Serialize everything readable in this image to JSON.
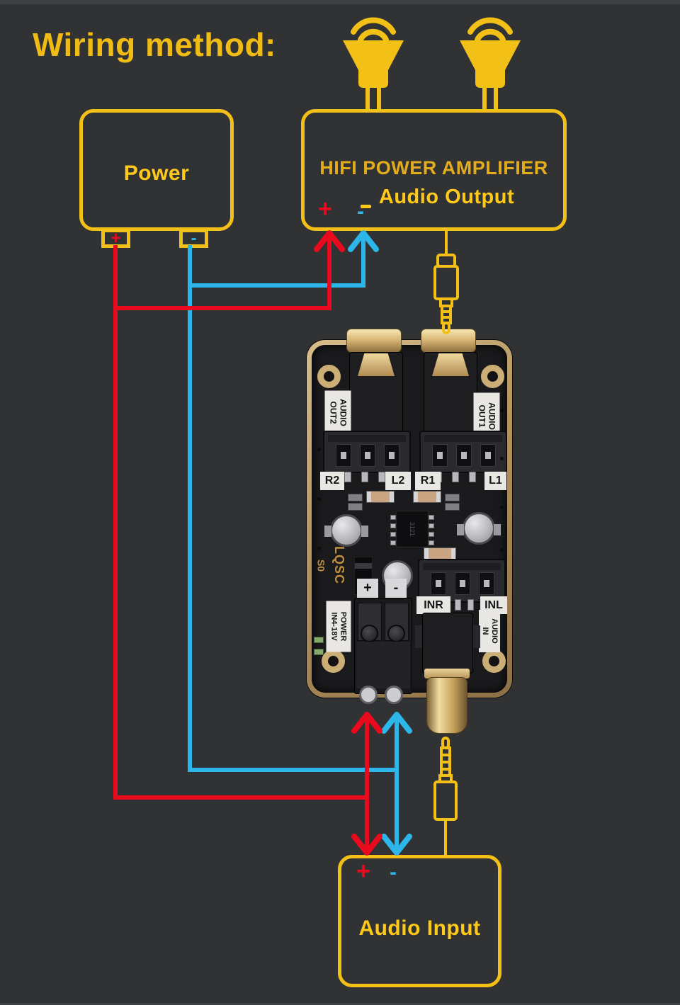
{
  "colors": {
    "bg": "#313233",
    "strip": "#3F4042",
    "yellow": "#F3C017",
    "title": "#F0BC13",
    "gold_text": "#E3AC1E",
    "bright": "#FFC91A",
    "red": "#EA0A1E",
    "blue": "#2CB6E9"
  },
  "title": "Wiring method:",
  "symbols": {
    "plus": "+",
    "minus": "-"
  },
  "power_box": {
    "label": "Power"
  },
  "amplifier_box": {
    "line1": "HIFI POWER AMPLIFIER",
    "line2": "Audio Output",
    "underscore": "_"
  },
  "audio_input_box": {
    "label": "Audio Input"
  },
  "pcb": {
    "brand": "LQSC",
    "model": "S0",
    "ic_marking": "3121",
    "labels": {
      "audio_out2": [
        "AUDIO",
        "OUT2"
      ],
      "audio_out1": [
        "AUDIO",
        "OUT1"
      ],
      "r2": "R2",
      "l2": "L2",
      "r1": "R1",
      "l1": "L1",
      "inr": "INR",
      "inl": "INL",
      "power_in": [
        "POWER",
        "IN4-18V"
      ],
      "audio_in": [
        "AUDIO",
        "IN"
      ],
      "plus": "+",
      "minus": "-"
    }
  }
}
